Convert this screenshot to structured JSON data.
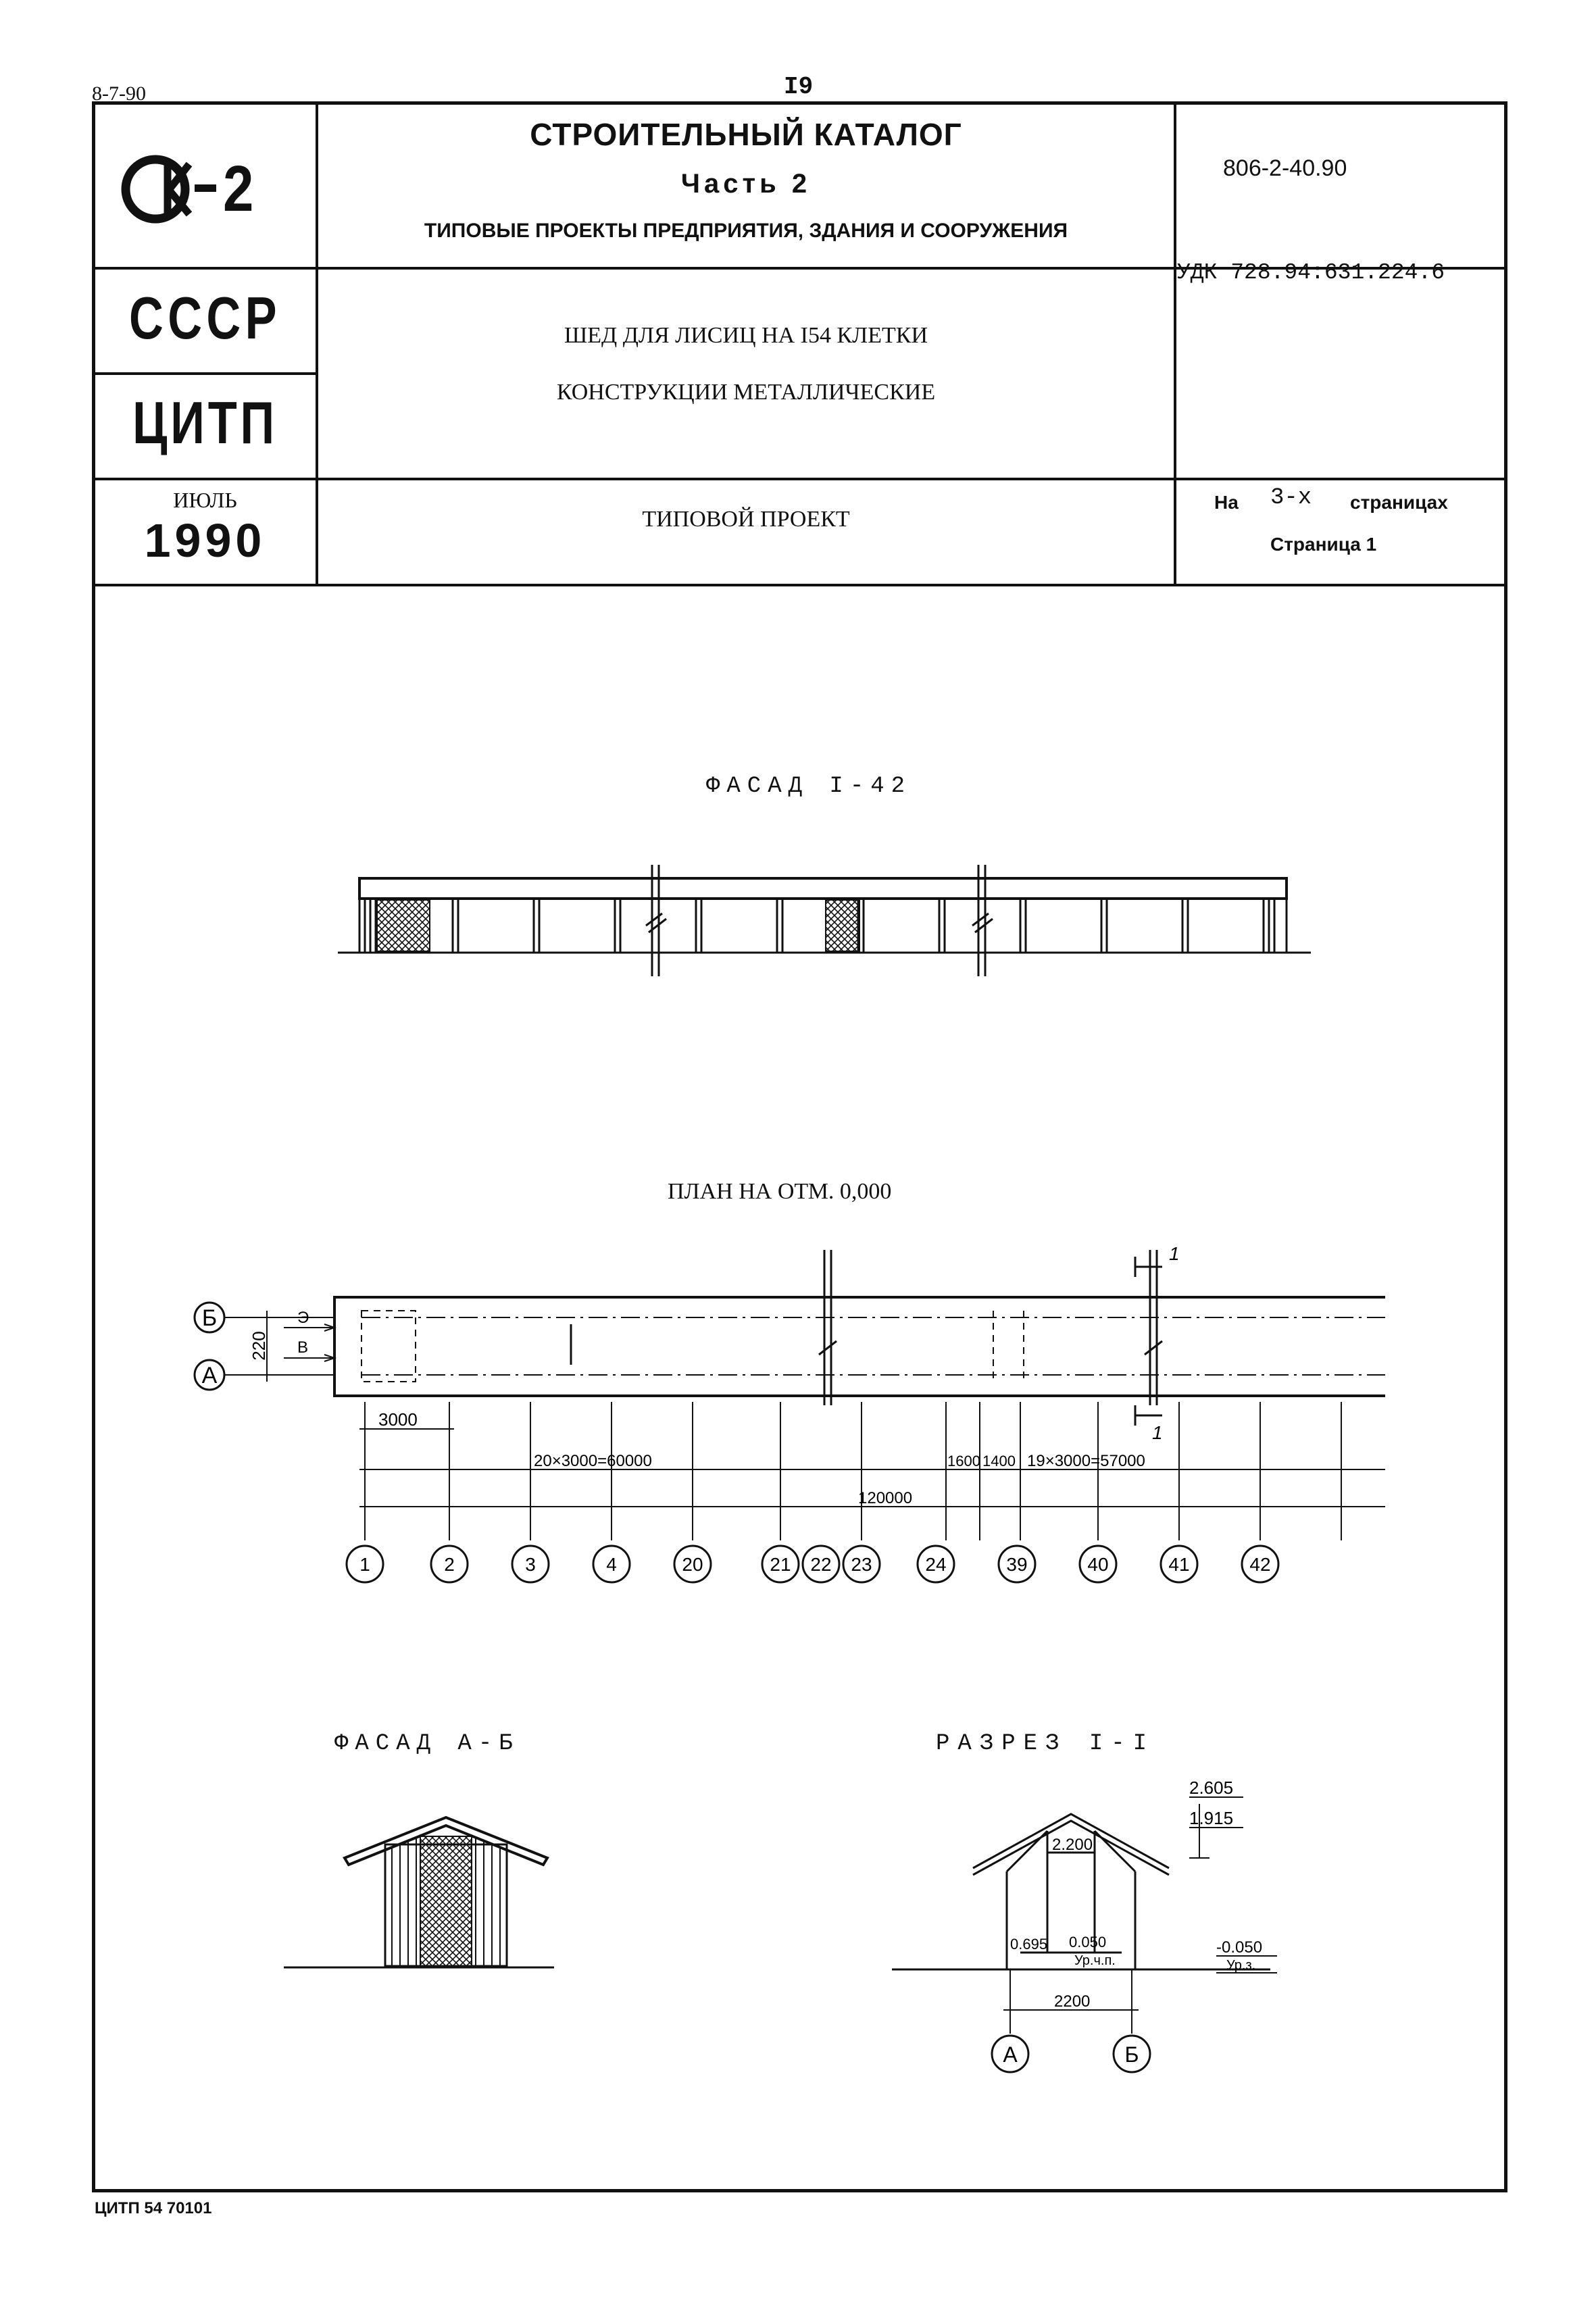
{
  "top": {
    "code": "8-7-90",
    "page_number": "I9"
  },
  "header": {
    "logo_text": "К-2",
    "catalog_title": "СТРОИТЕЛЬНЫЙ КАТАЛОГ",
    "catalog_part": "Часть 2",
    "catalog_subtitle": "ТИПОВЫЕ ПРОЕКТЫ ПРЕДПРИЯТИЯ, ЗДАНИЯ И СООРУЖЕНИЯ",
    "project_code": "806-2-40.90",
    "country": "СССР",
    "org": "ЦИТП",
    "udk": "УДК 728.94:631.224.6",
    "project_title_1": "ШЕД ДЛЯ ЛИСИЦ НА I54 КЛЕТКИ",
    "project_title_2": "КОНСТРУКЦИИ МЕТАЛЛИЧЕСКИЕ",
    "month": "ИЮЛЬ",
    "year": "1990",
    "doc_type": "ТИПОВОЙ ПРОЕКТ",
    "pages_prefix": "На",
    "pages_count": "3-х",
    "pages_suffix": "страницах",
    "page_label": "Страница 1"
  },
  "drawings": {
    "facade_1_42_title": "ФАСАД I-42",
    "plan_title": "ПЛАН НА ОТМ. 0,000",
    "facade_ab_title": "ФАСАД А-Б",
    "section_title": "РАЗРЕЗ I-I",
    "plan": {
      "axes_rows": [
        "Б",
        "А"
      ],
      "row_dim": "220",
      "markers": [
        "Э",
        "В"
      ],
      "section_mark": "1",
      "dim_3000": "3000",
      "dim_20x3000": "20×3000=60000",
      "dim_1600": "1600",
      "dim_1400": "1400",
      "dim_19x3000": "19×3000=57000",
      "dim_total": "120000",
      "axes_cols": [
        "1",
        "2",
        "3",
        "4",
        "20",
        "21",
        "22",
        "23",
        "24",
        "39",
        "40",
        "41",
        "42"
      ]
    },
    "section": {
      "lvl_2605": "2.605",
      "lvl_1915": "1.915",
      "lvl_2200": "2.200",
      "lvl_0695": "0.695",
      "lvl_0050": "0.050",
      "lvl_ur_pl": "Ур.ч.п.",
      "lvl_m0050": "-0.050",
      "lvl_ur_z": "Ур.з.",
      "width_dim": "2200",
      "axes": [
        "А",
        "Б"
      ]
    }
  },
  "footer": {
    "stamp": "ЦИТП 54 70101"
  }
}
